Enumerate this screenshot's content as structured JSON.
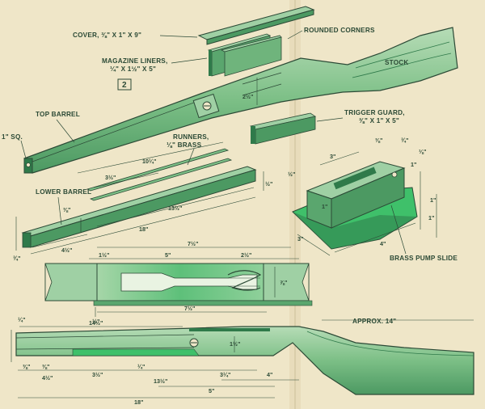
{
  "colors": {
    "paper": "#efe6c8",
    "wood_light": "#9fd0a4",
    "wood_mid": "#5aa66e",
    "wood_dark": "#2f7a4a",
    "ink": "#2c4a36",
    "bright_green": "#3fc06a"
  },
  "figure_number": "2",
  "labels": {
    "cover": "COVER, ⅜\" X 1\" X 9\"",
    "rounded_corners": "ROUNDED CORNERS",
    "magazine_liners_1": "MAGAZINE LINERS,",
    "magazine_liners_2": "¼\" X 1½\" X 5\"",
    "stock": "STOCK",
    "top_barrel": "TOP BARREL",
    "one_sq": "1\" SQ.",
    "runners_1": "RUNNERS,",
    "runners_2": "⅛\" BRASS",
    "trigger_guard_1": "TRIGGER GUARD,",
    "trigger_guard_2": "⅜\" X 1\" X 5\"",
    "lower_barrel": "LOWER BARREL",
    "brass_pump_slide": "BRASS PUMP SLIDE",
    "approx_14": "APPROX. 14\""
  },
  "dims": {
    "d_2_half": "2½\"",
    "d_10_quarter": "10¼\"",
    "d_3_half": "3½\"",
    "d_half": "½\"",
    "d_13_half": "13½\"",
    "d_3_8": "⅜\"",
    "d_18": "18\"",
    "d_4_half": "4½\"",
    "d_3_4": "¾\"",
    "d_3": "3\"",
    "d_3_8_b": "⅜\"",
    "d_3_4_b": "¾\"",
    "d_1_8": "⅛\"",
    "d_half_b": "½\"",
    "d_1_a": "1\"",
    "d_1_b": "1\"",
    "d_1_c": "1\"",
    "d_1_d": "1\"",
    "d_3_b": "3\"",
    "d_4": "4\"",
    "d_7_half": "7½\"",
    "d_1_half": "1½\"",
    "d_5": "5\"",
    "d_2_half_b": "2½\"",
    "d_7_8": "⅞\"",
    "d_7_half_b": "7½\"",
    "d_half_c": "½\"",
    "d_quarter": "¼\"",
    "d_14_half": "14½\"",
    "d_1_half_b": "1½\"",
    "d_3_8_c": "⅜\"",
    "d_3_8_d": "⅜\"",
    "d_quarter_b": "¼\"",
    "d_4_half_b": "4½\"",
    "d_3_half_b": "3½\"",
    "d_13_half_b": "13½\"",
    "d_3_quarter": "3¼\"",
    "d_5_b": "5\"",
    "d_4_b": "4\"",
    "d_18_b": "18\""
  }
}
